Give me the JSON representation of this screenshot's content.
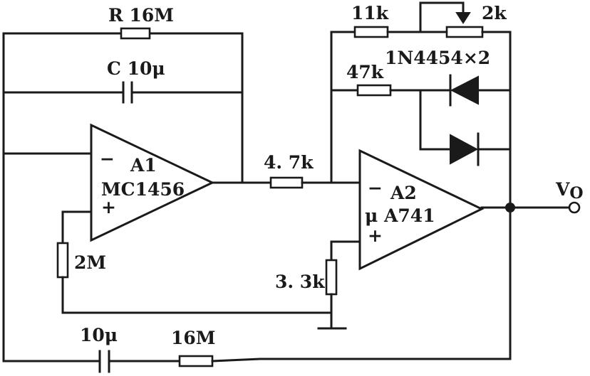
{
  "components": {
    "r_feedback": "R  16M",
    "c_feedback": "C  10μ",
    "a1_name": "A1",
    "a1_part": "MC1456",
    "r_series": "4. 7k",
    "r_2m": "2M",
    "r_33k": "3. 3k",
    "a2_name": "A2",
    "a2_part": "μ A741",
    "r_11k": "11k",
    "pot_2k": "2k",
    "r_47k": "47k",
    "diodes": "1N4454×2",
    "output": "V",
    "output_sub": "O",
    "c_bottom": "10μ",
    "r_bottom": "16M",
    "minus": "−",
    "plus": "+"
  }
}
